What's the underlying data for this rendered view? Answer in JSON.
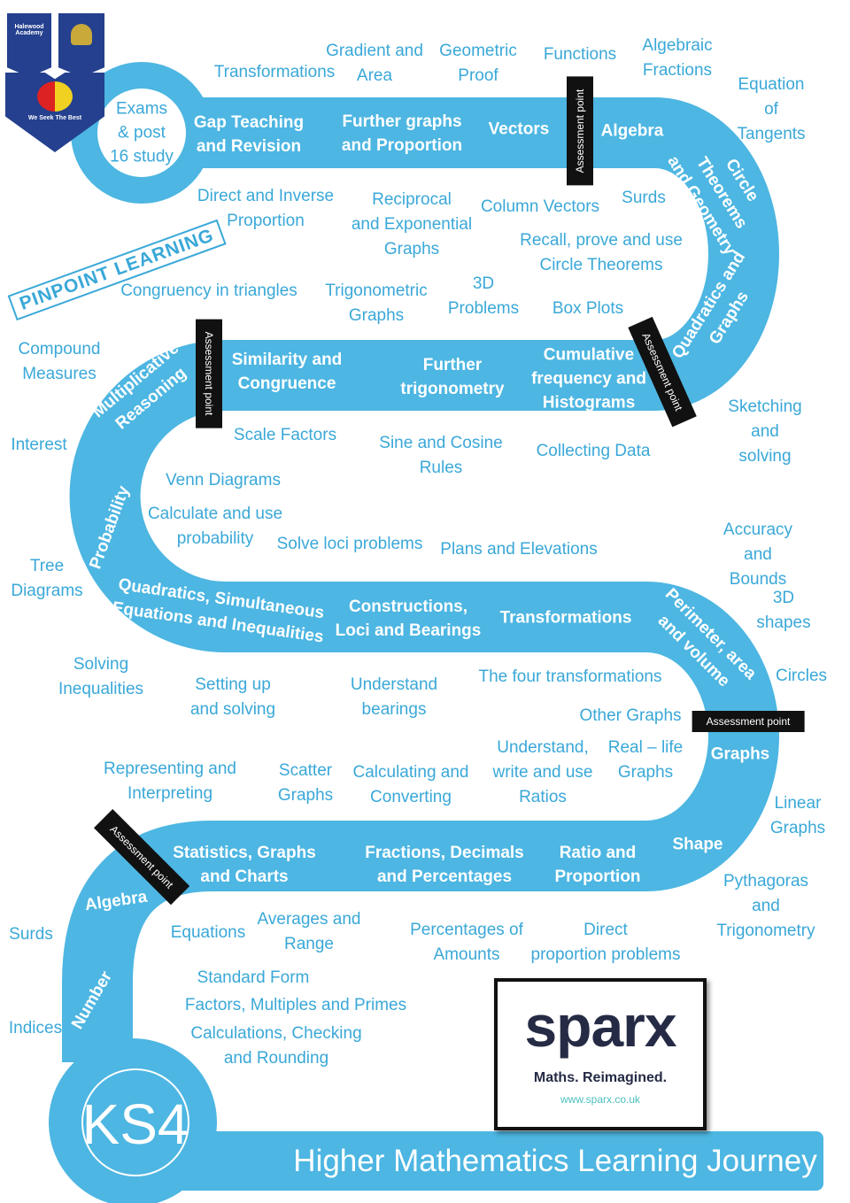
{
  "colors": {
    "road": "#4db6e2",
    "label": "#3aa8d8",
    "assessment": "#111111",
    "crest": "#24408e"
  },
  "logos": {
    "school": "Halewood Academy",
    "motto": "We Seek The Best",
    "hive": "HIVE"
  },
  "banner": "PINPOINT LEARNING",
  "assessment_label": "Assessment point",
  "start": "Exams\n& post\n16 study",
  "road": {
    "gap": "Gap Teaching\nand Revision",
    "further_graphs": "Further graphs\nand Proportion",
    "vectors": "Vectors",
    "algebra_top": "Algebra",
    "circle": "Circle Theorems\nand Geometry",
    "quadratics_graphs": "Quadratics and\nGraphs",
    "cumulative": "Cumulative\nfrequency and\nHistograms",
    "further_trig": "Further\ntrigonometry",
    "similarity": "Similarity and\nCongruence",
    "multiplicative": "Multiplicative\nReasoning",
    "probability": "Probability",
    "quadratics_sim": "Quadratics, Simultaneous\nEquations and Inequalities",
    "constructions": "Constructions,\nLoci and Bearings",
    "transformations": "Transformations",
    "perimeter": "Perimeter, area\nand volume",
    "graphs": "Graphs",
    "shape": "Shape",
    "ratio": "Ratio and\nProportion",
    "fractions": "Fractions, Decimals\nand Percentages",
    "statistics": "Statistics, Graphs\nand Charts",
    "algebra_bottom": "Algebra",
    "number": "Number"
  },
  "labels": [
    "Transformations",
    "Gradient and\nArea",
    "Geometric\nProof",
    "Functions",
    "Algebraic\nFractions",
    "Equation\nof\nTangents",
    "Direct and Inverse\nProportion",
    "Reciprocal\nand Exponential\nGraphs",
    "Column Vectors",
    "Surds",
    "Recall, prove and use\nCircle Theorems",
    "Congruency in triangles",
    "Trigonometric\nGraphs",
    "3D\nProblems",
    "Box Plots",
    "Compound\nMeasures",
    "Interest",
    "Scale Factors",
    "Sine and Cosine\nRules",
    "Collecting Data",
    "Sketching and\nsolving",
    "Venn Diagrams",
    "Calculate and use\nprobability",
    "Solve loci problems",
    "Plans and Elevations",
    "Accuracy and\nBounds",
    "Tree\nDiagrams",
    "3D shapes",
    "Circles",
    "Solving\nInequalities",
    "Setting up\nand solving",
    "Understand\nbearings",
    "The four transformations",
    "Other Graphs",
    "Understand,\nwrite and use\nRatios",
    "Real – life\nGraphs",
    "Representing and\nInterpreting",
    "Scatter\nGraphs",
    "Calculating and\nConverting",
    "Linear\nGraphs",
    "Equations",
    "Averages and\nRange",
    "Percentages of\nAmounts",
    "Direct\nproportion problems",
    "Pythagoras\nand\nTrigonometry",
    "Surds",
    "Standard Form",
    "Factors, Multiples and Primes",
    "Calculations, Checking\nand Rounding",
    "Indices"
  ],
  "ks4": "KS4",
  "title": "Higher Mathematics Learning Journey",
  "sparx": {
    "logo": "sparx",
    "tagline": "Maths. Reimagined.",
    "url": "www.sparx.co.uk"
  }
}
